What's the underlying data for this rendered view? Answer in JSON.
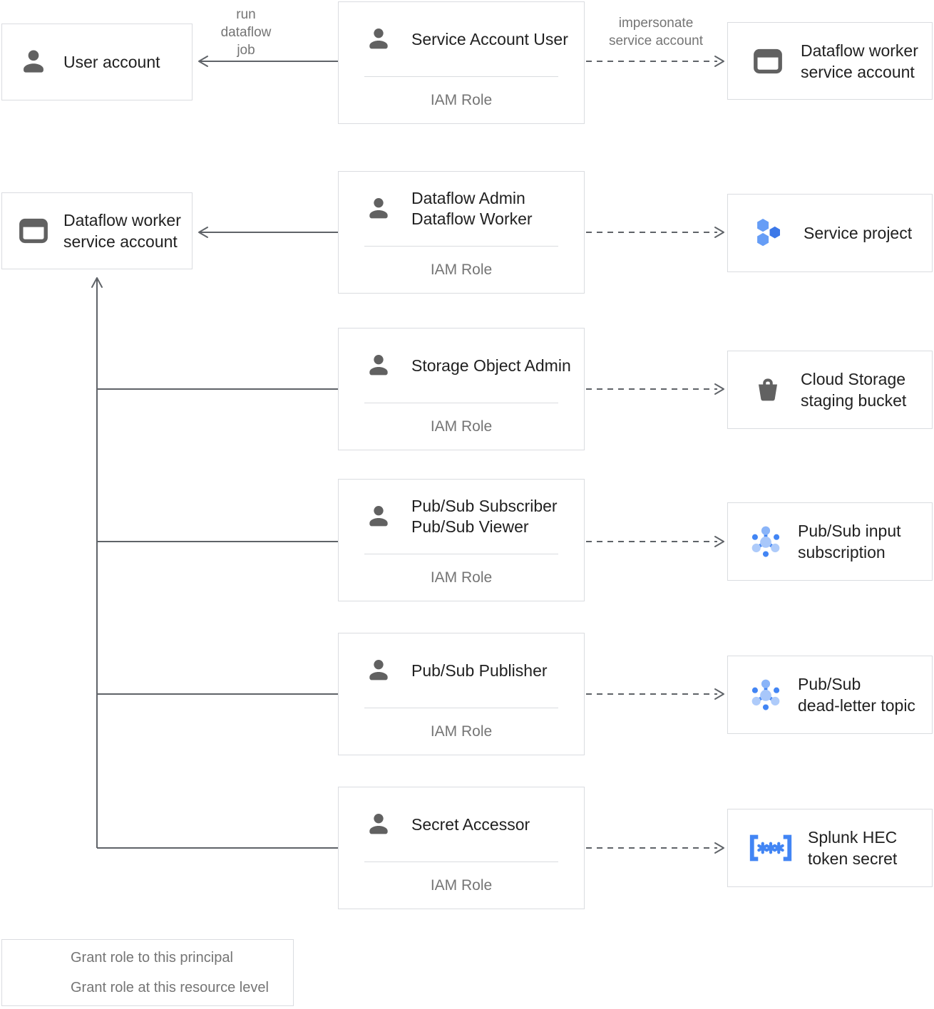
{
  "edge_labels": {
    "run_dataflow_job": "run\ndataflow\njob",
    "impersonate_service_account": "impersonate\nservice account"
  },
  "left_nodes": [
    {
      "label": "User account",
      "icon": "person-icon"
    },
    {
      "label": "Dataflow worker\nservice account",
      "icon": "service-account-icon"
    }
  ],
  "role_boxes": [
    {
      "title": "Service Account User",
      "subtitle": "IAM Role",
      "icon": "person-icon"
    },
    {
      "title": "Dataflow Admin\nDataflow Worker",
      "subtitle": "IAM Role",
      "icon": "person-icon"
    },
    {
      "title": "Storage Object Admin",
      "subtitle": "IAM Role",
      "icon": "person-icon"
    },
    {
      "title": "Pub/Sub Subscriber\nPub/Sub Viewer",
      "subtitle": "IAM Role",
      "icon": "person-icon"
    },
    {
      "title": "Pub/Sub Publisher",
      "subtitle": "IAM Role",
      "icon": "person-icon"
    },
    {
      "title": "Secret Accessor",
      "subtitle": "IAM Role",
      "icon": "person-icon"
    }
  ],
  "resource_boxes": [
    {
      "label": "Dataflow worker\nservice account",
      "icon": "service-account-icon"
    },
    {
      "label": "Service project",
      "icon": "project-icon"
    },
    {
      "label": "Cloud Storage\nstaging bucket",
      "icon": "storage-bucket-icon"
    },
    {
      "label": "Pub/Sub input\nsubscription",
      "icon": "pubsub-icon"
    },
    {
      "label": "Pub/Sub\ndead-letter topic",
      "icon": "pubsub-icon"
    },
    {
      "label": "Splunk HEC\ntoken secret",
      "icon": "secret-icon"
    }
  ],
  "legend": {
    "solid_label": "Grant role to this principal",
    "dashed_label": "Grant role at this resource level"
  },
  "colors": {
    "border": "#DADCE0",
    "title_text": "#212121",
    "muted_text": "#757575",
    "line": "#5F6368",
    "icon_gray": "#616161",
    "blue": "#4285F4",
    "pubsub_light": "#AECBFA",
    "pubsub_mid": "#8AB4F8",
    "hex_light": "#669DF6",
    "hex_dark": "#3C78E8"
  }
}
